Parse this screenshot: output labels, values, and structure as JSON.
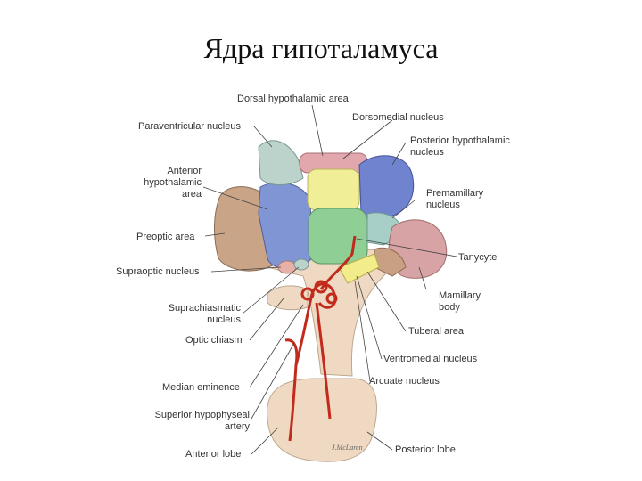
{
  "title": "Ядра гипоталамуса",
  "labels": {
    "dorsal_hypothalamic_area": "Dorsal hypothalamic area",
    "dorsomedial_nucleus": "Dorsomedial nucleus",
    "paraventricular_nucleus": "Paraventricular nucleus",
    "posterior_hypothalamic_nucleus": "Posterior hypothalamic\nnucleus",
    "anterior_hypothalamic_area": "Anterior\nhypothalamic\narea",
    "premamillary_nucleus": "Premamillary\nnucleus",
    "preoptic_area": "Preoptic area",
    "tanycyte": "Tanycyte",
    "supraoptic_nucleus": "Supraoptic nucleus",
    "suprachiasmatic_nucleus": "Suprachiasmatic\nnucleus",
    "mamillary_body": "Mamillary\nbody",
    "optic_chiasm": "Optic chiasm",
    "tuberal_area": "Tuberal area",
    "ventromedial_nucleus": "Ventromedial nucleus",
    "median_eminence": "Median eminence",
    "arcuate_nucleus": "Arcuate nucleus",
    "superior_hypophyseal_artery": "Superior hypophyseal\nartery",
    "posterior_lobe": "Posterior lobe",
    "anterior_lobe": "Anterior lobe"
  },
  "signature": "J.McLaren",
  "colors": {
    "preoptic": "#c9a487",
    "anterior_hypothalamic": "#7f95d4",
    "paraventricular": "#bcd3cc",
    "dorsal": "#e1a7ad",
    "dorsomedial": "#f1ee98",
    "posterior_hypothalamic": "#6f83cf",
    "ventromedial": "#8fcf96",
    "premamillary": "#d7a3a5",
    "mamillary": "#c9a083",
    "tuberal": "#a7cfc7",
    "arcuate": "#f2ec8a",
    "pituitary": "#f0d9c2",
    "artery": "#c22a1c"
  }
}
